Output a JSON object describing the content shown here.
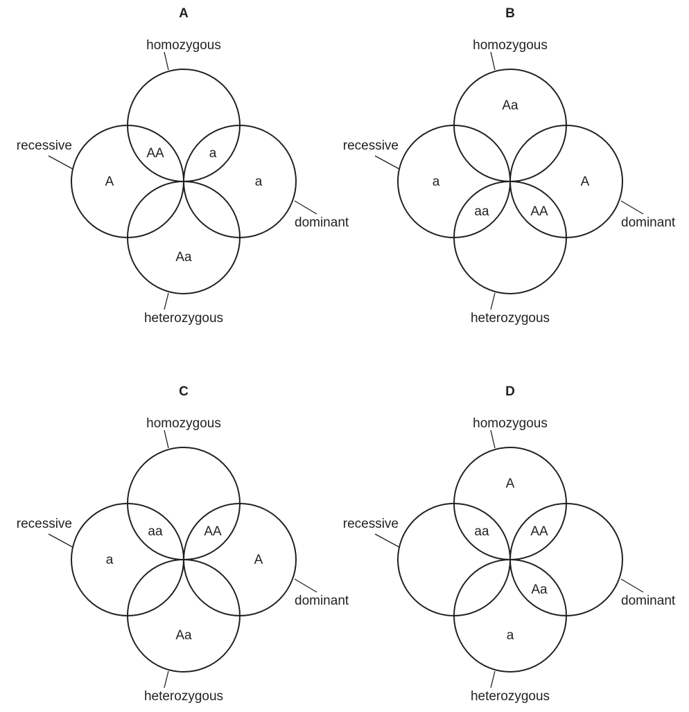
{
  "diagrams": [
    {
      "id": "A",
      "title": "A",
      "labels": {
        "top": "homozygous",
        "left": "recessive",
        "right": "dominant",
        "bottom": "heterozygous"
      },
      "regions": {
        "top_only": "",
        "left_only": "A",
        "right_only": "a",
        "bottom_only": "Aa",
        "top_left": "AA",
        "top_right": "a",
        "bottom_left": "",
        "bottom_right": ""
      }
    },
    {
      "id": "B",
      "title": "B",
      "labels": {
        "top": "homozygous",
        "left": "recessive",
        "right": "dominant",
        "bottom": "heterozygous"
      },
      "regions": {
        "top_only": "Aa",
        "left_only": "a",
        "right_only": "A",
        "bottom_only": "",
        "top_left": "",
        "top_right": "",
        "bottom_left": "aa",
        "bottom_right": "AA"
      }
    },
    {
      "id": "C",
      "title": "C",
      "labels": {
        "top": "homozygous",
        "left": "recessive",
        "right": "dominant",
        "bottom": "heterozygous"
      },
      "regions": {
        "top_only": "",
        "left_only": "a",
        "right_only": "A",
        "bottom_only": "Aa",
        "top_left": "aa",
        "top_right": "AA",
        "bottom_left": "",
        "bottom_right": ""
      }
    },
    {
      "id": "D",
      "title": "D",
      "labels": {
        "top": "homozygous",
        "left": "recessive",
        "right": "dominant",
        "bottom": "heterozygous"
      },
      "regions": {
        "top_only": "A",
        "left_only": "",
        "right_only": "",
        "bottom_only": "a",
        "top_left": "aa",
        "top_right": "AA",
        "bottom_left": "",
        "bottom_right": "Aa"
      }
    }
  ]
}
